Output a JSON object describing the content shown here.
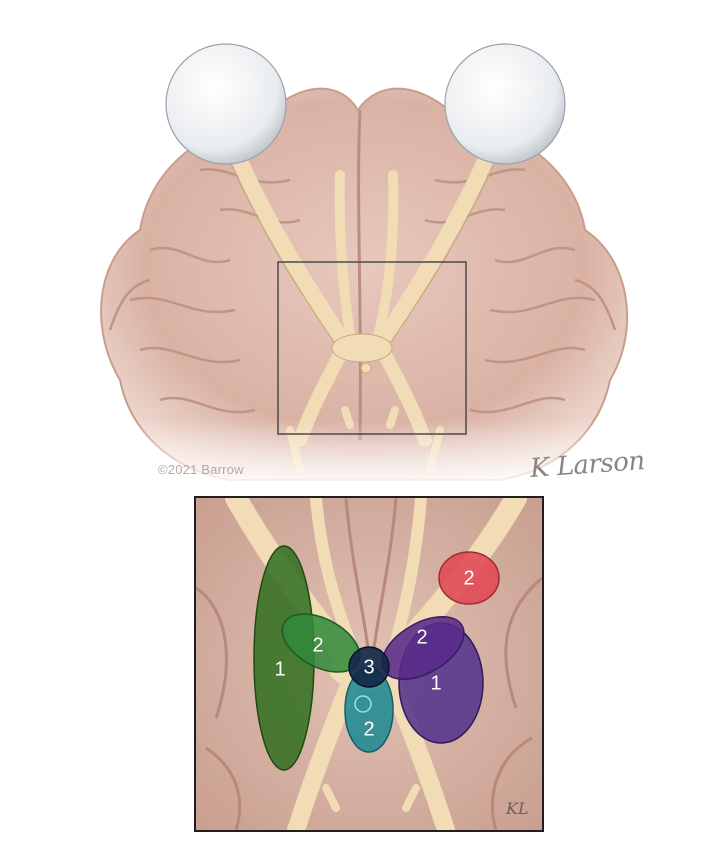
{
  "illustration": {
    "copyright": "©2021 Barrow",
    "signature": "K Larson"
  },
  "inset": {
    "zones": [
      {
        "label": "1",
        "color": "#2f6e1e"
      },
      {
        "label": "2",
        "color": "#2f8a3a"
      },
      {
        "label": "3",
        "color": "#12284a"
      },
      {
        "label": "2",
        "color": "#1f8a92"
      },
      {
        "label": "2",
        "color": "#5a2a8a"
      },
      {
        "label": "1",
        "color": "#4b2a8a"
      },
      {
        "label": "2",
        "color": "#e04a55"
      }
    ],
    "signature": "KL"
  }
}
